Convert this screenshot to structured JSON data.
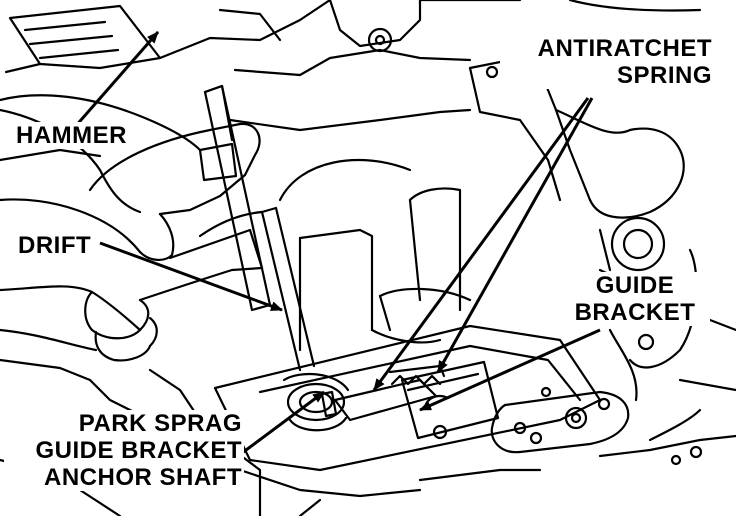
{
  "labels": {
    "hammer": "HAMMER",
    "drift": "DRIFT",
    "antiratchet_spring": [
      "ANTIRATCHET",
      "SPRING"
    ],
    "guide_bracket": [
      "GUIDE",
      "BRACKET"
    ],
    "park_sprag": [
      "PARK SPRAG",
      "GUIDE BRACKET",
      "ANCHOR SHAFT"
    ]
  },
  "colors": {
    "ink": "#000000",
    "paper": "#ffffff"
  }
}
